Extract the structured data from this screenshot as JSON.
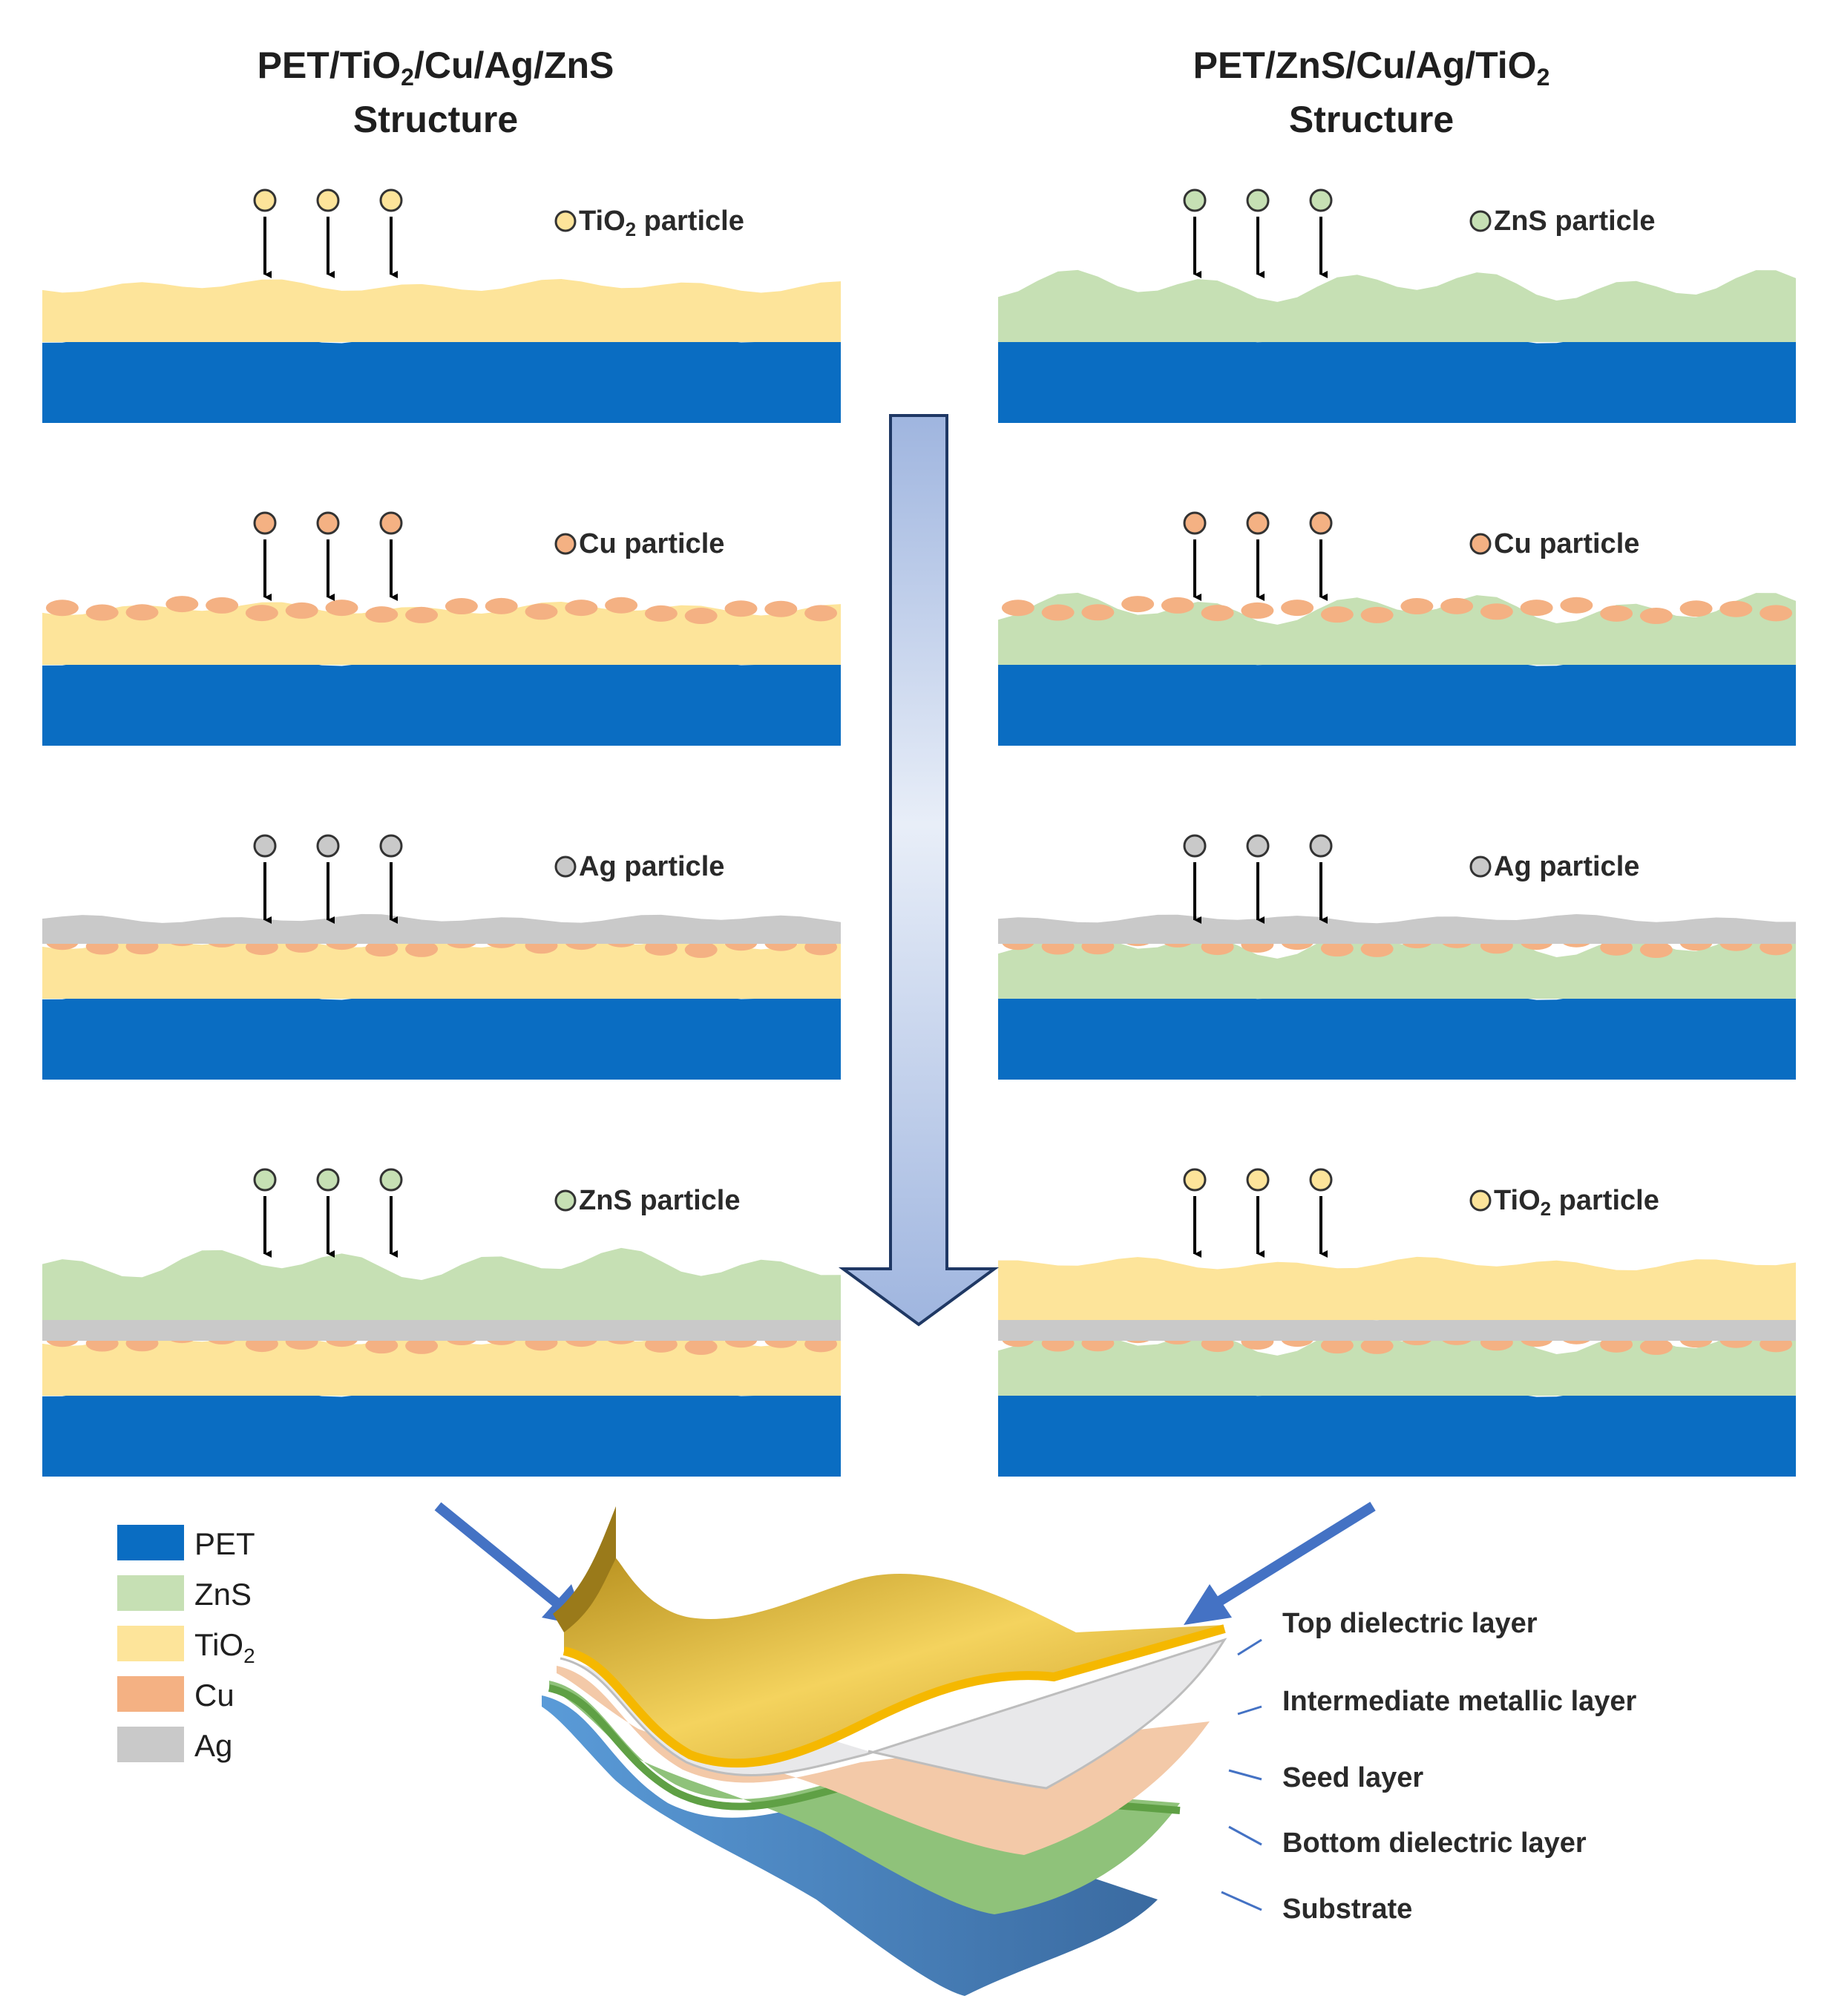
{
  "titles": {
    "left": {
      "line1": "PET/TiO",
      "sub": "2",
      "line1_rest": "/Cu/Ag/ZnS",
      "line2": "Structure"
    },
    "right": {
      "line1": "PET/ZnS/Cu/Ag/TiO",
      "sub": "2",
      "line2": "Structure"
    }
  },
  "particle_labels": {
    "tio2": {
      "main": "TiO",
      "sub": "2",
      "rest": " particle"
    },
    "cu": "Cu particle",
    "ag": "Ag particle",
    "zns": "ZnS particle"
  },
  "legend": [
    {
      "key": "pet",
      "label": "PET",
      "color": "#0a6dc2"
    },
    {
      "key": "zns",
      "label": "ZnS",
      "color": "#c6e0b4"
    },
    {
      "key": "tio2",
      "label": "TiO",
      "sub": "2",
      "color": "#fde49a"
    },
    {
      "key": "cu",
      "label": "Cu",
      "color": "#f4b183"
    },
    {
      "key": "ag",
      "label": "Ag",
      "color": "#c9c9c9"
    }
  ],
  "layer_labels": {
    "top": "Top dielectric layer",
    "intermediate": "Intermediate metallic layer",
    "seed": "Seed layer",
    "bottom": "Bottom dielectric layer",
    "substrate": "Substrate"
  },
  "colors": {
    "pet": "#0a6dc2",
    "zns": "#c6e0b4",
    "tio2": "#fde49a",
    "cu": "#f4b183",
    "ag": "#c9c9c9",
    "flow_arrow": "#a9bfe3",
    "pointer_arrow": "#4472c4"
  }
}
